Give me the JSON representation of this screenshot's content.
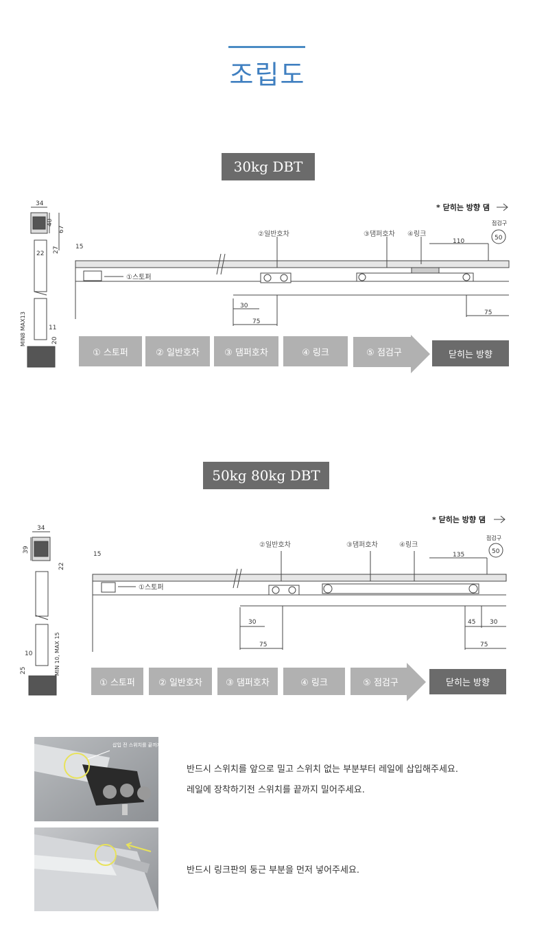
{
  "page_title": "조립도",
  "section1": {
    "badge": "30kg DBT",
    "note": "* 닫히는 방향 댐",
    "check_label": "점검구",
    "check_value": "50",
    "callouts": {
      "stopper": "①스토퍼",
      "normal": "②일반호차",
      "damper": "③댐퍼호차",
      "link": "④링크"
    },
    "dims": {
      "d34": "34",
      "d40": "40",
      "d67": "67",
      "d22": "22",
      "d27": "27",
      "d11": "11",
      "d20": "20",
      "dmin": "MIN8 MAX13",
      "d15": "15",
      "d110": "110",
      "d30": "30",
      "d75a": "75",
      "d75b": "75"
    },
    "steps": [
      "① 스토퍼",
      "② 일반호차",
      "③ 댐퍼호차",
      "④ 링크",
      "⑤ 점검구"
    ],
    "direction": "닫히는 방향"
  },
  "section2": {
    "badge": "50kg 80kg DBT",
    "note": "* 닫히는 방향 댐",
    "check_label": "점검구",
    "check_value": "50",
    "callouts": {
      "stopper": "①스토퍼",
      "normal": "②일반호차",
      "damper": "③댐퍼호차",
      "link": "④링크"
    },
    "dims": {
      "d34": "34",
      "d39": "39",
      "d22": "22",
      "d10": "10",
      "d25": "25",
      "dmin": "MIN 10, MAX 15",
      "d15": "15",
      "d135": "135",
      "d30": "30",
      "d75a": "75",
      "d45": "45",
      "d30b": "30",
      "d75b": "75"
    },
    "steps": [
      "① 스토퍼",
      "② 일반호차",
      "③ 댐퍼호차",
      "④ 링크",
      "⑤ 점검구"
    ],
    "direction": "닫히는 방향"
  },
  "photo1_label": "삽입 전 스위치를 끝까지 밀기",
  "instruction1_line1": "반드시 스위치를 앞으로 밀고 스위치 없는 부분부터 레일에 삽입해주세요.",
  "instruction1_line2": "레일에 장착하기전 스위치를 끝까지 밀어주세요.",
  "instruction2": "반드시 링크판의 둥근 부분을 먼저 넣어주세요."
}
